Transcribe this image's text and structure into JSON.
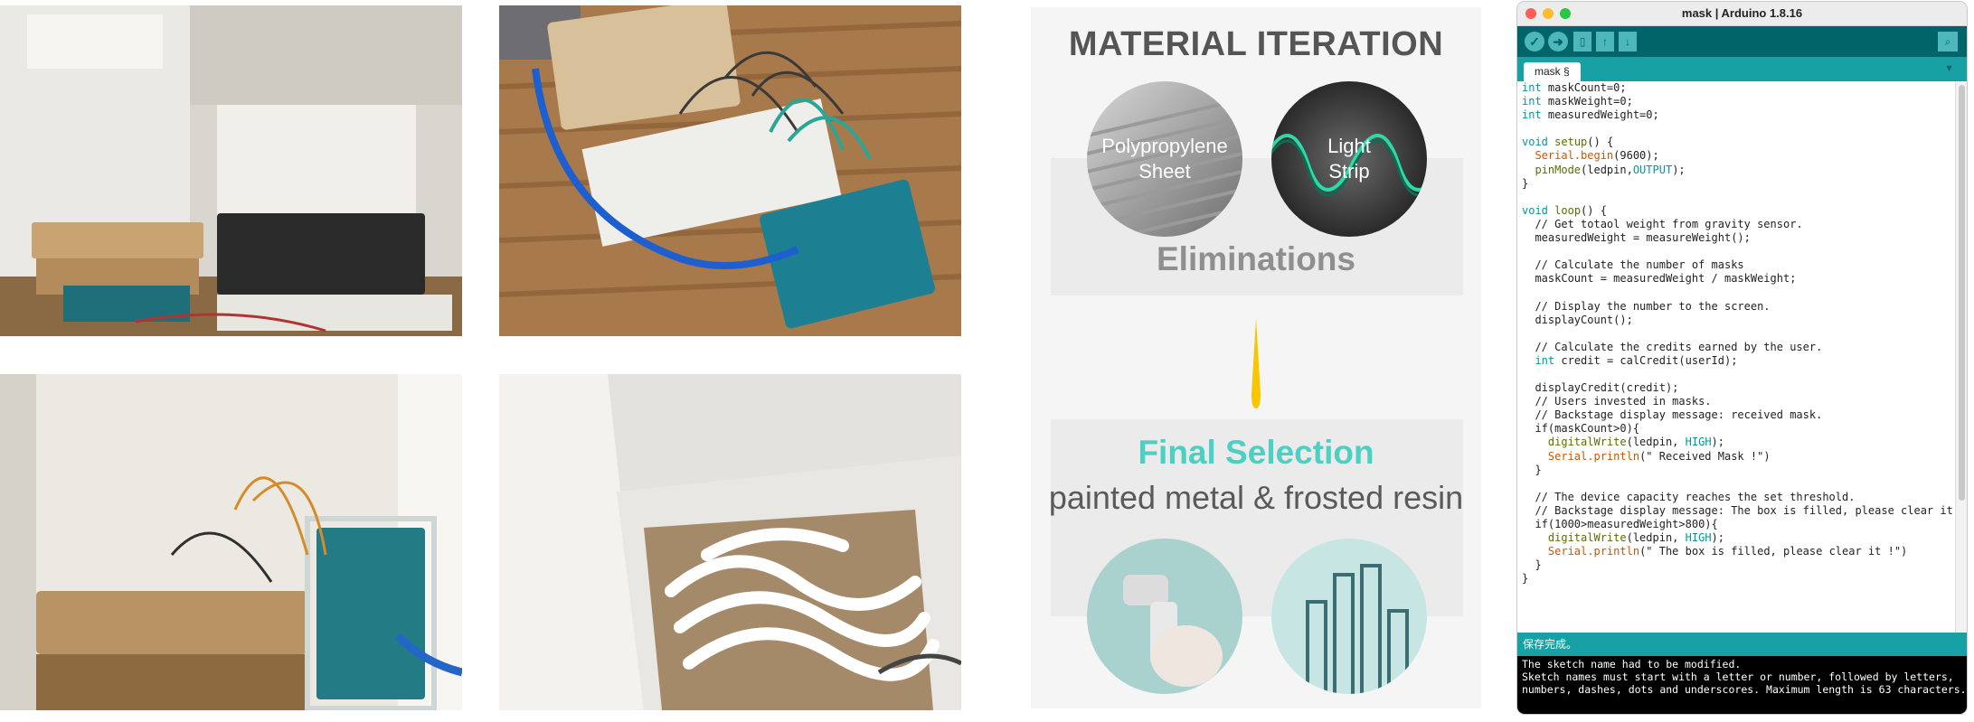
{
  "material": {
    "title": "MATERIAL ITERATION",
    "elim_circle_1": "Polypropylene\nSheet",
    "elim_circle_2": "Light\nStrip",
    "eliminations": "Eliminations",
    "final_title": "Final Selection",
    "final_subtitle": "painted metal & frosted resin",
    "colors": {
      "accent": "#4dcfc3",
      "arrow": "#f7c600"
    }
  },
  "ide": {
    "window_title": "mask | Arduino 1.8.16",
    "tab_label": "mask §",
    "toolbar": [
      "verify-icon",
      "upload-icon",
      "new-icon",
      "open-icon",
      "save-icon",
      "serial-monitor-icon"
    ],
    "code": [
      "int maskCount=0;",
      "int maskWeight=0;",
      "int measuredWeight=0;",
      "",
      "void setup() {",
      "  Serial.begin(9600);",
      "  pinMode(ledpin,OUTPUT);",
      "}",
      "",
      "void loop() {",
      "  // Get totaol weight from gravity sensor.",
      "  measuredWeight = measureWeight();",
      "",
      "  // Calculate the number of masks",
      "  maskCount = measuredWeight / maskWeight;",
      "",
      "  // Display the number to the screen.",
      "  displayCount();",
      "",
      "  // Calculate the credits earned by the user.",
      "  int credit = calCredit(userId);",
      "",
      "  displayCredit(credit);",
      "  // Users invested in masks.",
      "  // Backstage display message: received mask.",
      "  if(maskCount>0){",
      "    digitalWrite(ledpin, HIGH);",
      "    Serial.println(\" Received Mask !\")",
      "  }",
      "",
      "  // The device capacity reaches the set threshold.",
      "  // Backstage display message: The box is filled, please clear it !",
      "  if(1000>measuredWeight>800){",
      "    digitalWrite(ledpin, HIGH);",
      "    Serial.println(\" The box is filled, please clear it !\")",
      "  }",
      "}"
    ],
    "status": "保存完成。",
    "console": [
      "The sketch name had to be modified.",
      "Sketch names must start with a letter or number, followed by letters,",
      "numbers, dashes, dots and underscores. Maximum length is 63 characters."
    ],
    "colors": {
      "toolbar": "#006468",
      "tabbar": "#17a1a5",
      "button": "#4db7bb"
    }
  }
}
